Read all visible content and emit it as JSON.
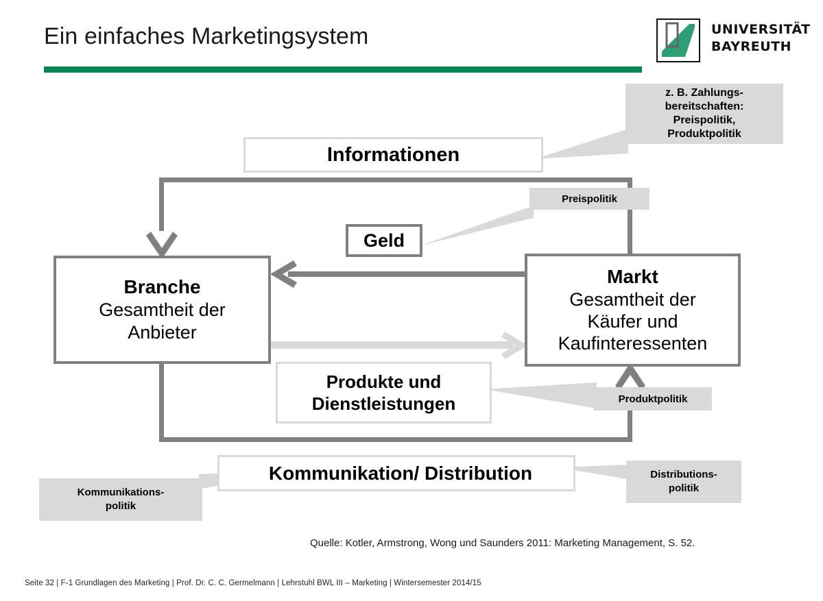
{
  "slide": {
    "title": "Ein einfaches Marketingsystem",
    "accent_color": "#0b8457",
    "connector_dark_color": "#808080",
    "connector_light_color": "#d9d9d9",
    "callout_bg_color": "#d9d9d9"
  },
  "logo": {
    "line1": "UNIVERSITÄT",
    "line2": "BAYREUTH",
    "mark_green": "#2e9e74",
    "mark_gray": "#666666"
  },
  "boxes": {
    "informationen": "Informationen",
    "geld": "Geld",
    "branche": {
      "title": "Branche",
      "line2": "Gesamtheit der",
      "line3": "Anbieter"
    },
    "markt": {
      "title": "Markt",
      "line2": "Gesamtheit der",
      "line3": "Käufer und",
      "line4": "Kaufinteressenten"
    },
    "produkte": {
      "line1": "Produkte und",
      "line2": "Dienstleistungen"
    },
    "kommunikation": "Kommunikation/ Distribution"
  },
  "callouts": {
    "zahlungsbereitschaften": {
      "line1": "z. B. Zahlungs-",
      "line2": "bereitschaften:",
      "line3": "Preispolitik,",
      "line4": "Produktpolitik"
    },
    "preispolitik": "Preispolitik",
    "produktpolitik": "Produktpolitik",
    "distributionspolitik": {
      "line1": "Distributions-",
      "line2": "politik"
    },
    "kommunikationspolitik": {
      "line1": "Kommunikations-",
      "line2": "politik"
    }
  },
  "source": "Quelle: Kotler, Armstrong, Wong und Saunders 2011: Marketing Management, S. 52.",
  "footer": "Seite 32 | F-1 Grundlagen des Marketing | Prof. Dr. C. C. Germelmann  |  Lehrstuhl BWL III – Marketing  |  Wintersemester 2014/15"
}
